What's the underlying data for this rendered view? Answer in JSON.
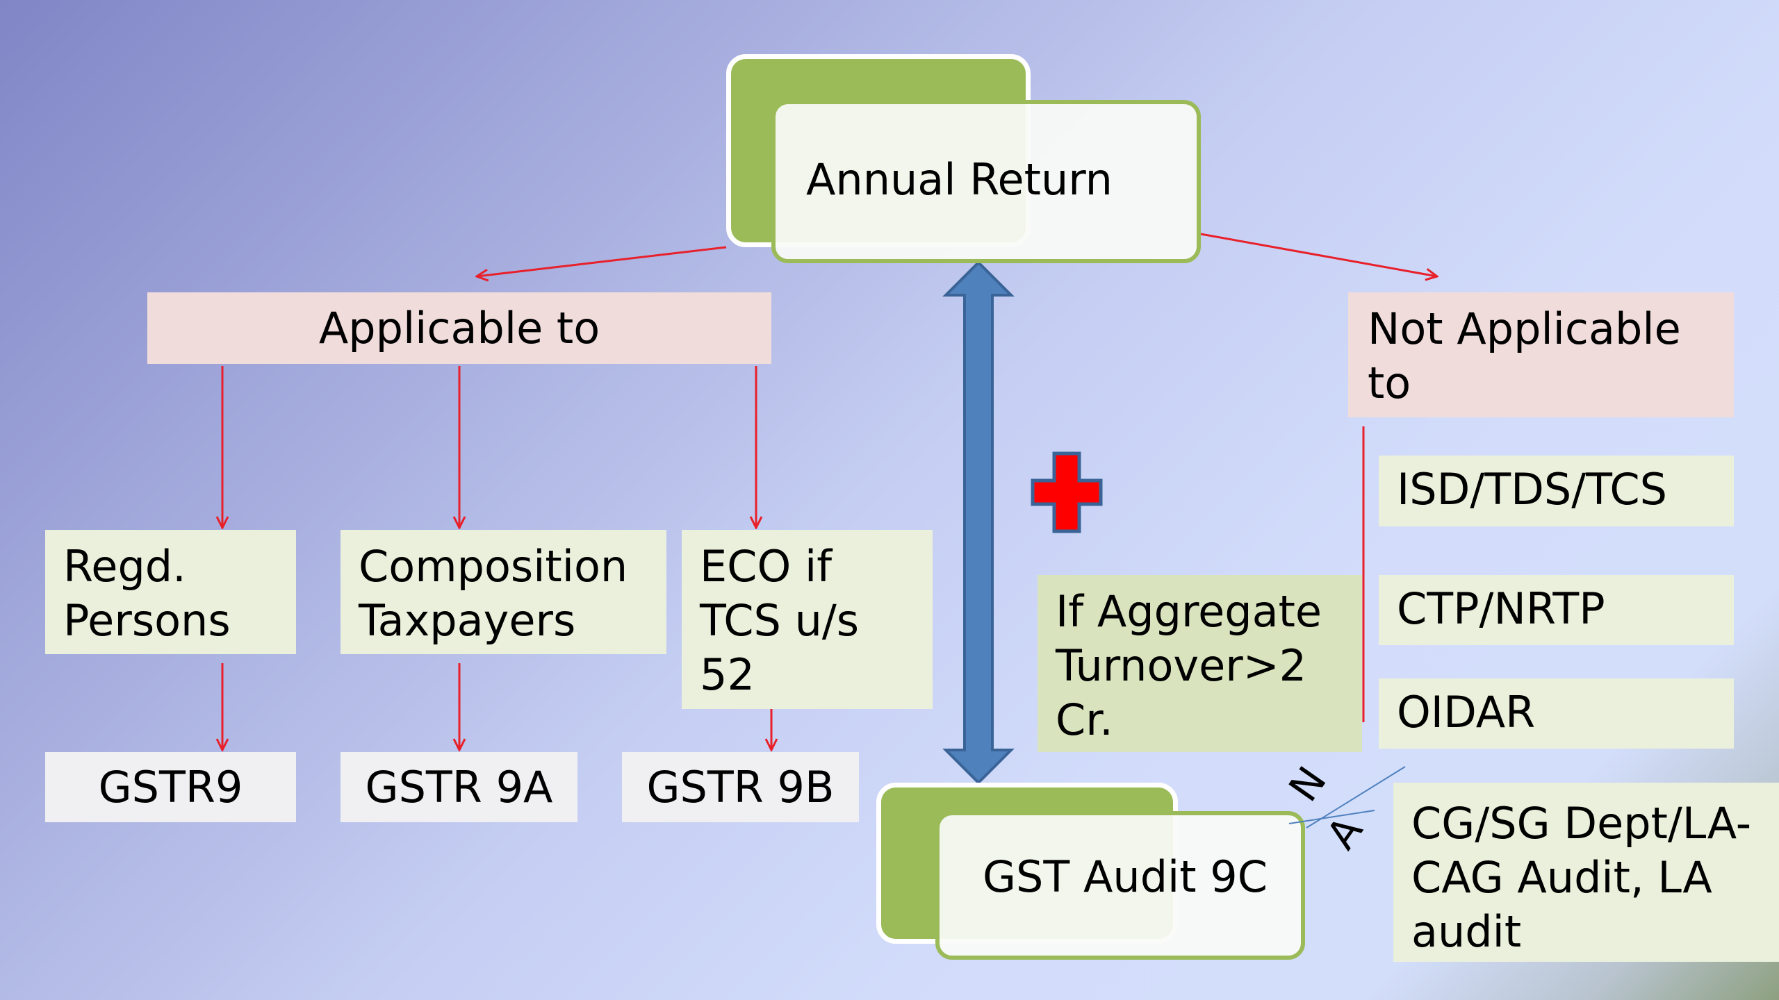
{
  "diagram": {
    "root": {
      "label": "Annual Return"
    },
    "applicable": {
      "header": "Applicable to",
      "categories": [
        {
          "label": "Regd. Persons",
          "form": "GSTR9"
        },
        {
          "label": "Composition Taxpayers",
          "form": "GSTR 9A"
        },
        {
          "label": "ECO if TCS u/s 52",
          "form": "GSTR 9B"
        }
      ]
    },
    "not_applicable": {
      "header": "Not Applicable to",
      "items": [
        "ISD/TDS/TCS",
        "CTP/NRTP",
        "OIDAR"
      ]
    },
    "audit": {
      "plus_icon": "plus-icon",
      "condition": "If Aggregate Turnover>2 Cr.",
      "label": "GST Audit 9C",
      "na_mark": "NA",
      "na_note": "CG/SG Dept/LA- CAG Audit, LA audit"
    },
    "colors": {
      "connector": "#e8202a",
      "double_arrow": "#4f81bd",
      "card_green": "#9bbb59",
      "plus": "#ff0000"
    }
  }
}
